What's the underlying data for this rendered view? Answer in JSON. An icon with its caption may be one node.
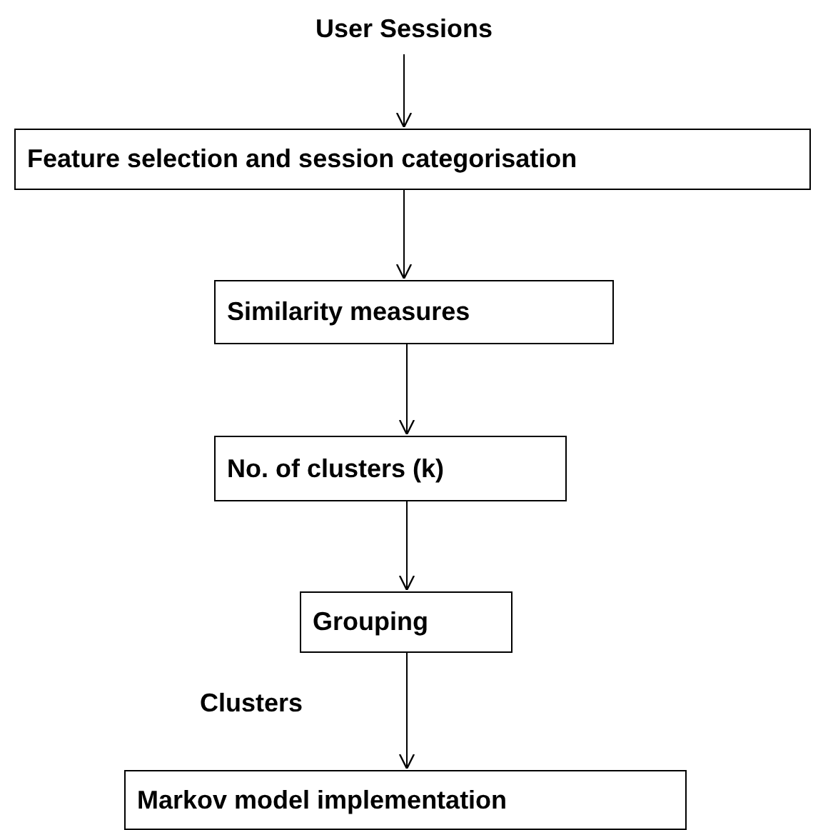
{
  "diagram": {
    "nodes": [
      {
        "text": [
          "User Sessions"
        ]
      },
      {
        "text": [
          "Feature selection and session categorisation"
        ]
      },
      {
        "text": [
          "Similarity measures"
        ]
      },
      {
        "text": [
          "No. of clusters (k)"
        ]
      },
      {
        "text": [
          "Grouping"
        ]
      },
      {
        "text": [
          "Markov model implementation"
        ]
      }
    ],
    "edges": [
      {
        "from": 0,
        "to": 1,
        "arrow": "to"
      },
      {
        "from": 1,
        "to": 2,
        "arrow": "to"
      },
      {
        "from": 2,
        "to": 3,
        "arrow": "to"
      },
      {
        "from": 3,
        "to": 4,
        "arrow": "to"
      },
      {
        "from": 4,
        "to": 5,
        "arrow": "to",
        "label": "Clusters"
      }
    ]
  }
}
